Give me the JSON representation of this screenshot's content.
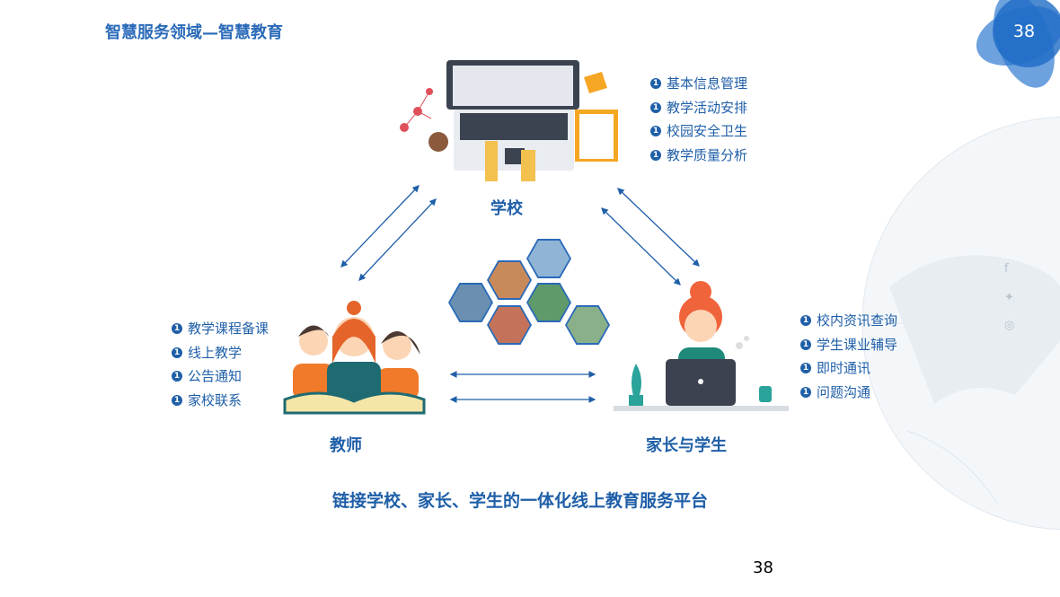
{
  "header": {
    "title": "智慧服务领域—智慧教育",
    "badge_number": "38"
  },
  "school": {
    "label": "学校",
    "items": [
      "基本信息管理",
      "教学活动安排",
      "校园安全卫生",
      "教学质量分析"
    ]
  },
  "teacher": {
    "label": "教师",
    "items": [
      "教学课程备课",
      "线上教学",
      "公告通知",
      "家校联系"
    ]
  },
  "family": {
    "label": "家长与学生",
    "items": [
      "校内资讯查询",
      "学生课业辅导",
      "即时通讯",
      "问题沟通"
    ]
  },
  "bullet_glyph": "1",
  "footer": {
    "caption": "链接学校、家长、学生的一体化线上教育服务平台",
    "page_number": "38"
  },
  "social": {
    "icons": [
      "facebook-icon",
      "twitter-icon",
      "instagram-icon"
    ]
  },
  "colors": {
    "primary": "#1f5fa8",
    "accent": "#2a6ab8"
  }
}
